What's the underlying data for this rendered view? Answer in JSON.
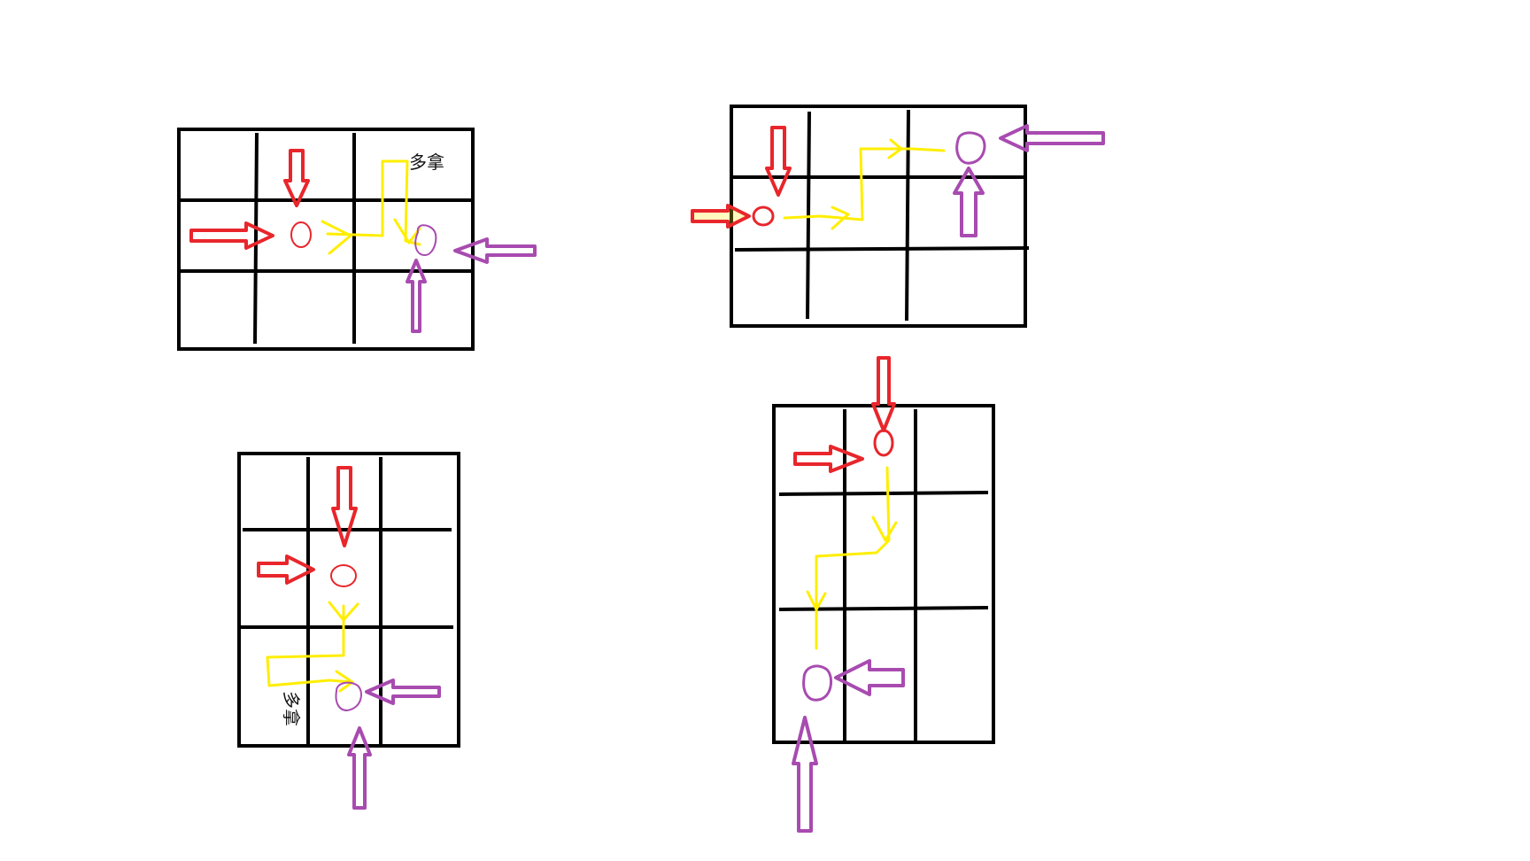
{
  "labels": {
    "note_top_left": "多拿",
    "note_bottom_left": "多拿"
  },
  "colors": {
    "grid": "#000000",
    "red_arrow": "#e8262b",
    "purple_arrow": "#a84bb0",
    "path": "#ffee00",
    "red_piece": "#e8262b",
    "purple_piece": "#a84bb0"
  },
  "diagrams": [
    {
      "id": "top-left",
      "rows": 3,
      "cols": 3
    },
    {
      "id": "top-right",
      "rows": 3,
      "cols": 3
    },
    {
      "id": "bottom-left",
      "rows": 3,
      "cols": 3
    },
    {
      "id": "bottom-right",
      "rows": 3,
      "cols": 3
    }
  ]
}
